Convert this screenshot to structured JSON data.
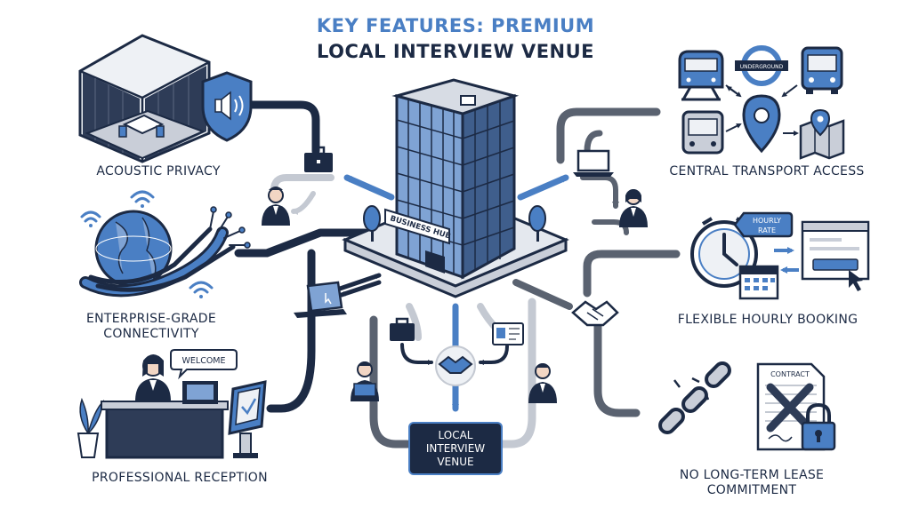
{
  "title": {
    "line1": "KEY FEATURES: PREMIUM",
    "line2": "LOCAL INTERVIEW VENUE"
  },
  "features": {
    "acoustic_privacy": "ACOUSTIC PRIVACY",
    "connectivity_line1": "ENTERPRISE-GRADE",
    "connectivity_line2": "CONNECTIVITY",
    "reception": "PROFESSIONAL RECEPTION",
    "transport": "CENTRAL TRANSPORT ACCESS",
    "booking": "FLEXIBLE HOURLY BOOKING",
    "lease_line1": "NO LONG-TERM LEASE",
    "lease_line2": "COMMITMENT"
  },
  "building_sign": "BUSINESS HUB",
  "center_box": {
    "line1": "LOCAL",
    "line2": "INTERVIEW",
    "line3": "VENUE"
  },
  "bubbles": {
    "welcome": "WELCOME",
    "hourly_rate_line1": "HOURLY",
    "hourly_rate_line2": "RATE",
    "underground": "UNDERGROUND",
    "contract": "CONTRACT"
  },
  "icons": [
    "acoustic-room-icon",
    "shield-speaker-icon",
    "globe-icon",
    "cable-bundle-icon",
    "wifi-icon",
    "reception-desk-icon",
    "kiosk-icon",
    "train-icon",
    "bus-icon",
    "underground-roundel-icon",
    "map-pin-icon",
    "map-icon",
    "clock-icon",
    "calendar-icon",
    "browser-window-icon",
    "broken-chain-icon",
    "contract-icon",
    "padlock-icon",
    "briefcase-icon",
    "laptop-icon",
    "handshake-icon",
    "id-card-icon",
    "person-icon"
  ],
  "colors": {
    "navy": "#1c2a44",
    "blue": "#4a7fc4",
    "gray": "#5a6270",
    "light_gray": "#c4c9d2"
  }
}
